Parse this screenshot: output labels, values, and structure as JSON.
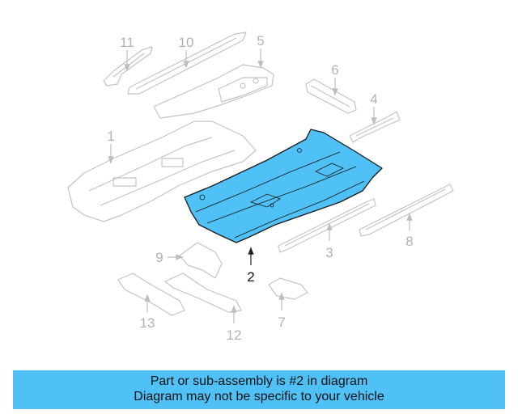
{
  "callouts": {
    "c1": "1",
    "c2": "2",
    "c3": "3",
    "c4": "4",
    "c5": "5",
    "c6": "6",
    "c7": "7",
    "c8": "8",
    "c9": "9",
    "c10": "10",
    "c11": "11",
    "c12": "12",
    "c13": "13"
  },
  "highlighted_part": "2",
  "colors": {
    "highlight": "#4fc1f6",
    "part_outline": "#c4c4c4",
    "footer_bg": "#4fc1f6"
  },
  "footer": {
    "line1": "Part or sub-assembly is #2 in diagram",
    "line2": "Diagram may not be specific to your vehicle"
  }
}
